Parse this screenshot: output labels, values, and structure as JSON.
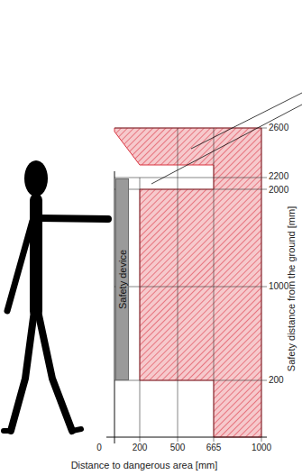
{
  "diagram": {
    "nodes": [
      {
        "text": [
          "Safety device"
        ]
      }
    ],
    "labels": [
      "2600",
      "2200",
      "2000",
      "1000",
      "200",
      "Safety distance from the ground [mm]",
      "0",
      "200",
      "500",
      "665",
      "1000",
      "Distance to dangerous area [mm]"
    ]
  }
}
